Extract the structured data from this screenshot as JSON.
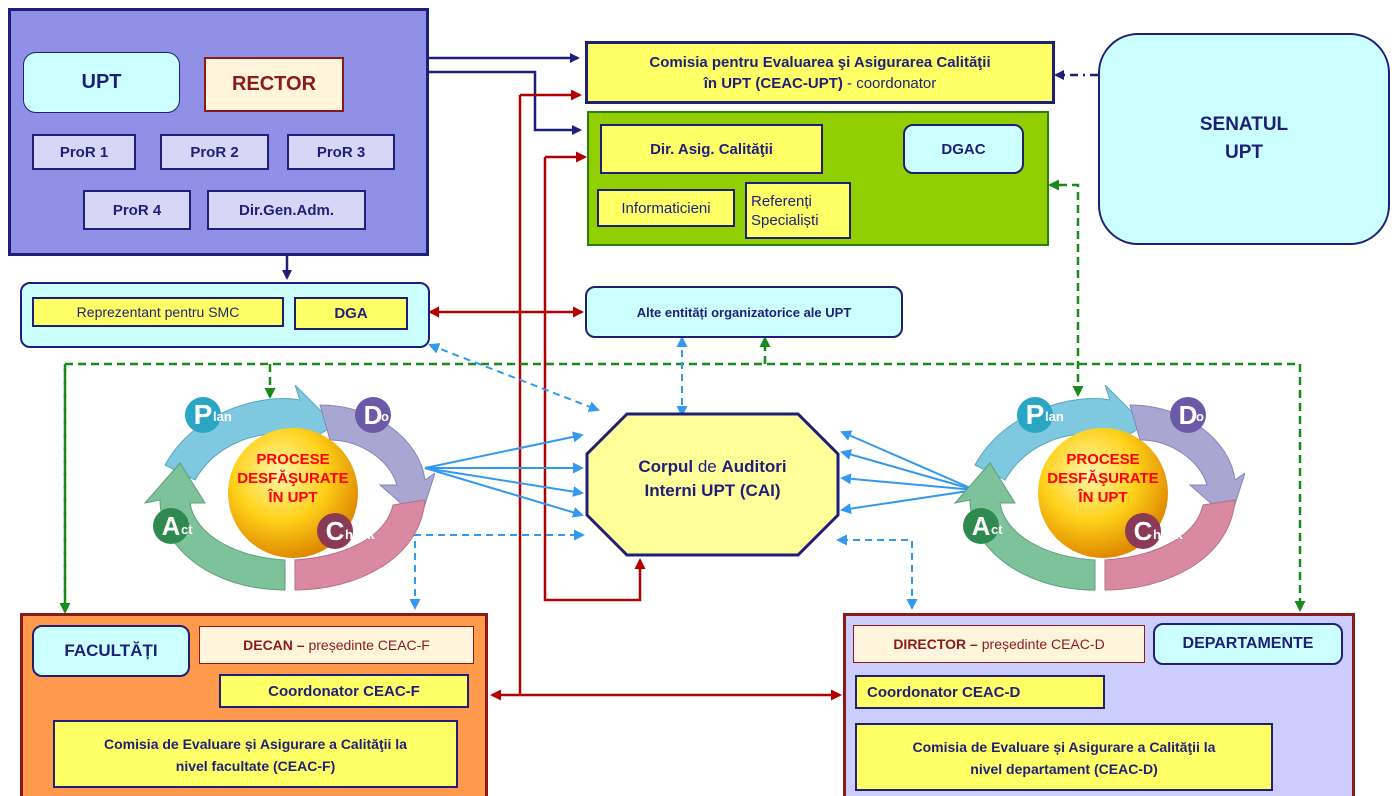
{
  "upt_block": {
    "upt": "UPT",
    "rector": "RECTOR",
    "pror1": "ProR 1",
    "pror2": "ProR 2",
    "pror3": "ProR 3",
    "pror4": "ProR 4",
    "dir_gen_adm": "Dir.Gen.Adm."
  },
  "ceac_upt": {
    "line1": "Comisia pentru Evaluarea şi Asigurarea Calităţii",
    "line2_bold": "în UPT (CEAC-UPT)",
    "line2_rest": " - coordonator"
  },
  "quality_dept": {
    "dir_asig": "Dir. Asig. Calităţii",
    "dgac": "DGAC",
    "informaticieni": "Informaticieni",
    "referenti": "Referenți Specialiști"
  },
  "senat": {
    "line1": "SENATUL",
    "line2": "UPT"
  },
  "smc_block": {
    "reprezentant": "Reprezentant pentru SMC",
    "dga": "DGA"
  },
  "alte_entitati": "Alte entități organizatorice ale UPT",
  "cai": {
    "w1": "Corpul",
    "w2": " de ",
    "w3": "Auditori",
    "line2": "Interni  UPT (CAI)"
  },
  "pdca_left": {
    "plan_letter": "P",
    "plan_rest": "lan",
    "do_letter": "D",
    "do_rest": "o",
    "check_letter": "C",
    "check_rest": "heck",
    "act_letter": "A",
    "act_rest": "ct",
    "center_l1": "PROCESE",
    "center_l2": "DESFĂŞURATE",
    "center_l3": "ÎN UPT"
  },
  "pdca_right": {
    "plan_letter": "P",
    "plan_rest": "lan",
    "do_letter": "D",
    "do_rest": "o",
    "check_letter": "C",
    "check_rest": "heck",
    "act_letter": "A",
    "act_rest": "ct",
    "center_l1": "PROCESE",
    "center_l2": "DESFĂŞURATE",
    "center_l3": "ÎN UPT"
  },
  "facultati": {
    "title": "FACULTĂȚI",
    "decan_bold": "DECAN – ",
    "decan_rest": "președinte CEAC-F",
    "coordonator": "Coordonator CEAC-F",
    "comisia_l1": "Comisia de Evaluare și Asigurare a Calităţii la",
    "comisia_l2": "nivel facultate  (CEAC-F)"
  },
  "departamente": {
    "title": "DEPARTAMENTE",
    "director_bold": "DIRECTOR – ",
    "director_rest": "președinte CEAC-D",
    "coordonator": "Coordonator CEAC-D",
    "comisia_l1": "Comisia de Evaluare și Asigurare a Calităţii la",
    "comisia_l2": "nivel departament  (CEAC-D)"
  },
  "colors": {
    "upt_bg": "#8f90e6",
    "navy": "#1f1f7a",
    "yellow": "#ffff66",
    "green": "#92cf00",
    "cyan": "#ccffff",
    "orange": "#ff9a4d",
    "lavender": "#ccccff",
    "dark_red": "#b00000",
    "blue_arrow": "#3399ee",
    "dashed_green": "#1a8a1a"
  }
}
